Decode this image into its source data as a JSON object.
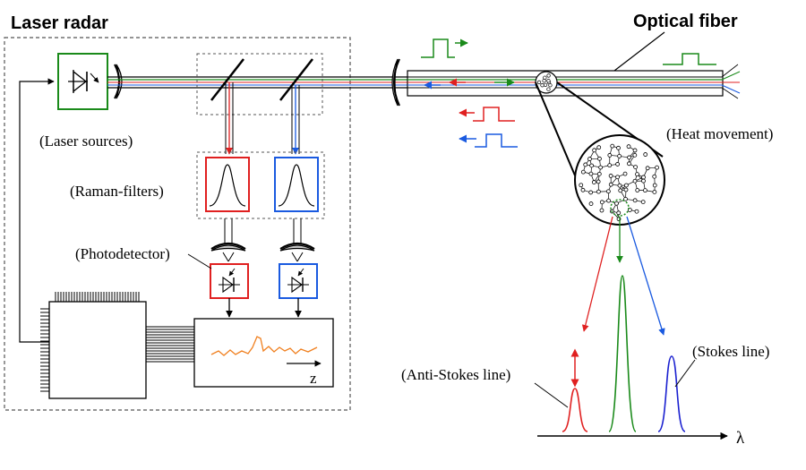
{
  "labels": {
    "laser_radar": "Laser radar",
    "optical_fiber": "Optical fiber",
    "laser_sources": "(Laser sources)",
    "raman_filters": "(Raman-filters)",
    "photodetector": "(Photodetector)",
    "heat_movement": "(Heat movement)",
    "anti_stokes": "(Anti-Stokes line)",
    "stokes": "(Stokes line)",
    "z_axis": "z",
    "lambda_axis": "λ"
  },
  "colors": {
    "rayleigh": "#1a8a1a",
    "anti_stokes": "#e02020",
    "stokes": "#1a5ae0",
    "trace": "#f08020",
    "ink": "#000000",
    "frame": "#555555"
  },
  "icons": {
    "laser_diode": "diode-icon",
    "photodiode": "photodiode-icon",
    "lens": "lens-icon",
    "mirror": "beam-splitter-icon",
    "processor": "chip-icon"
  }
}
